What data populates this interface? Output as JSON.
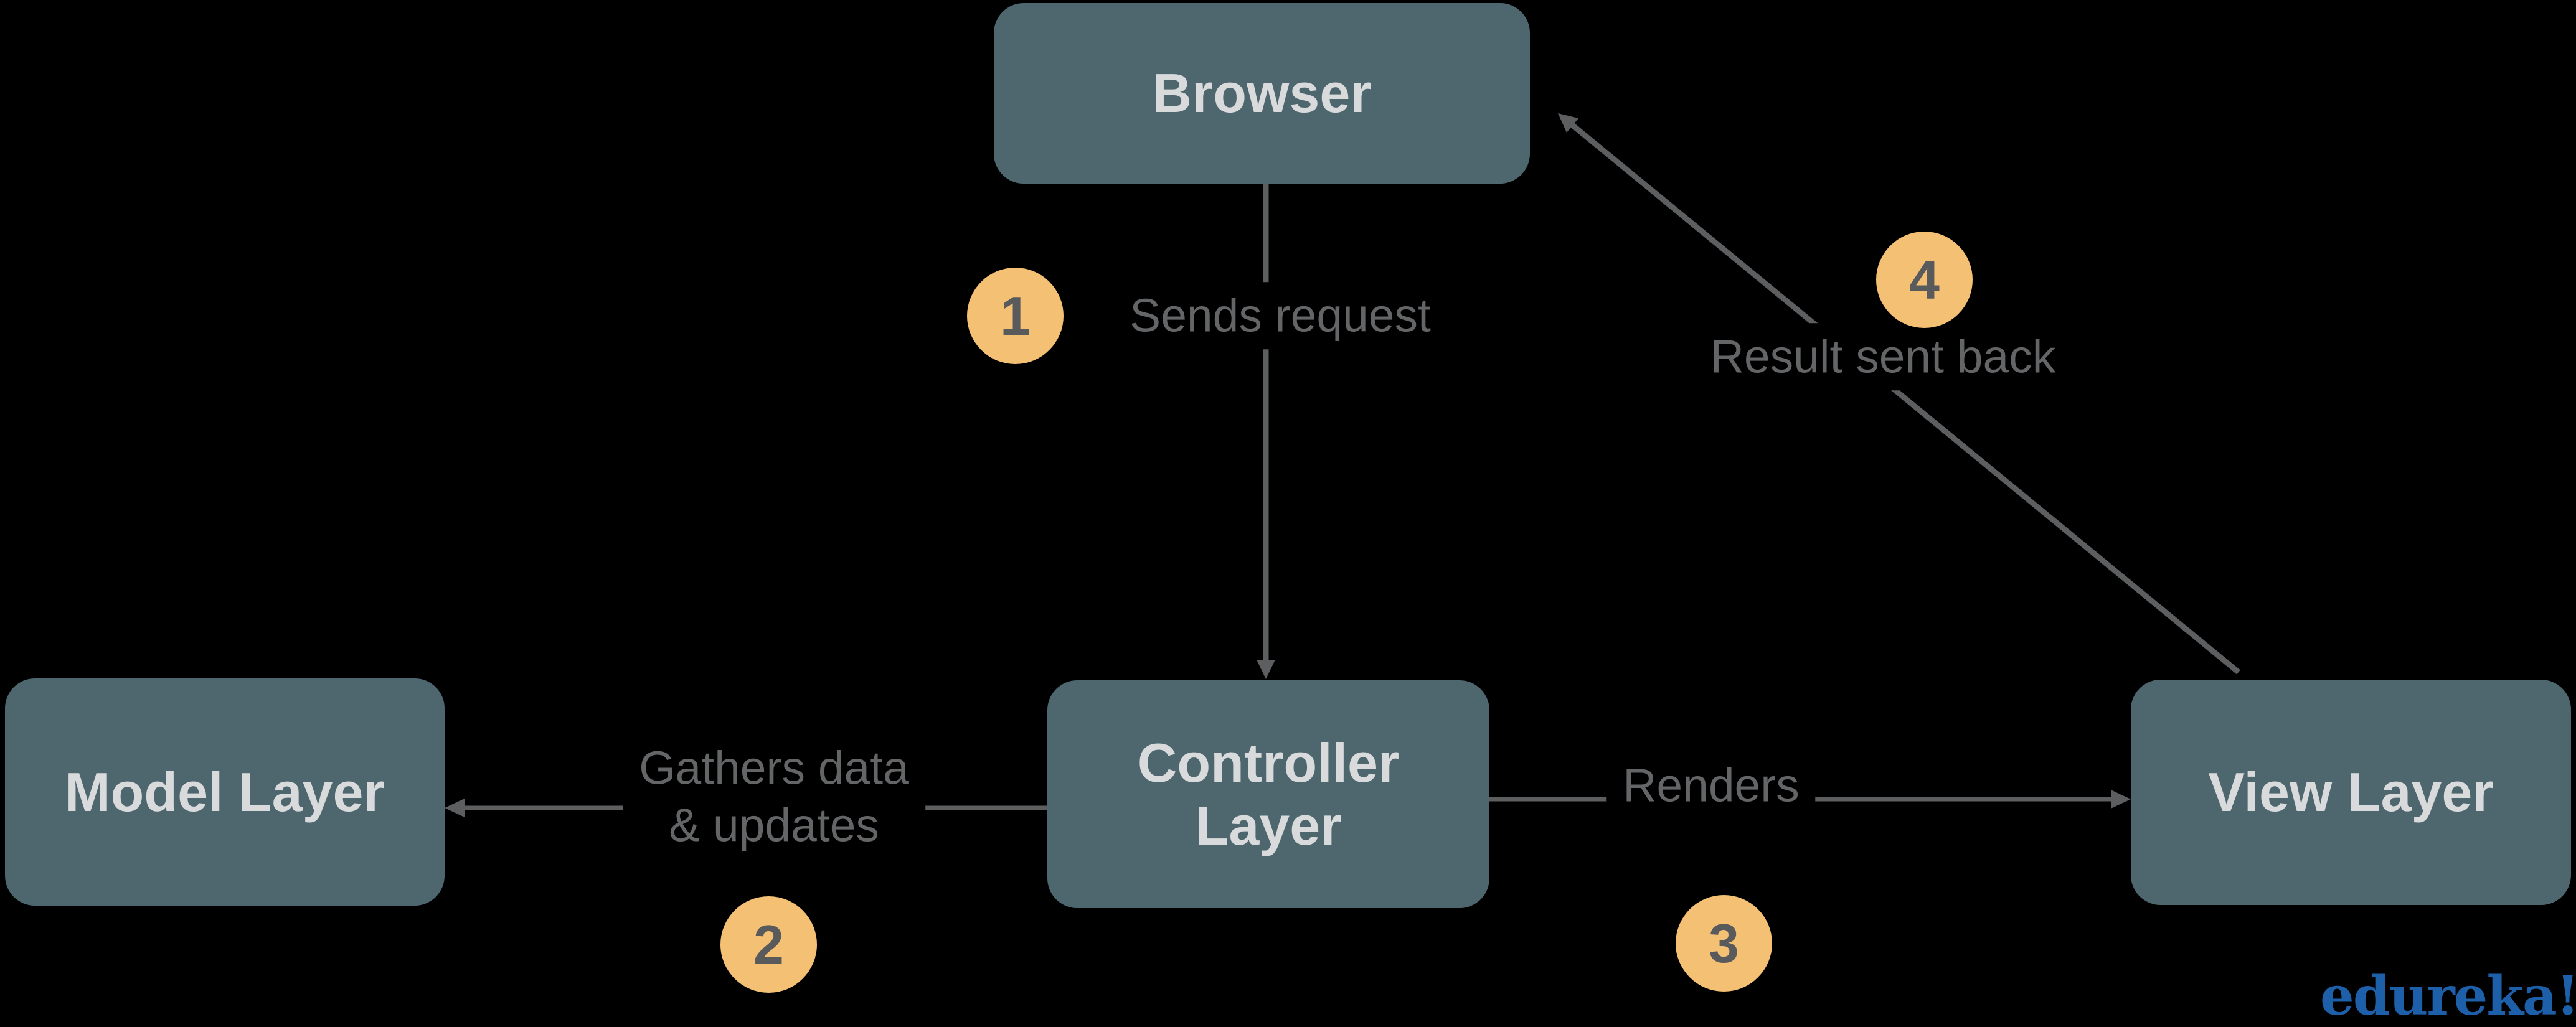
{
  "nodes": {
    "browser": {
      "label": "Browser"
    },
    "model": {
      "label": "Model Layer"
    },
    "controller": {
      "label": "Controller Layer"
    },
    "view": {
      "label": "View Layer"
    }
  },
  "edges": {
    "sends_request": {
      "step": "1",
      "label": "Sends request",
      "from": "Browser",
      "to": "Controller Layer"
    },
    "gathers": {
      "step": "2",
      "label": "Gathers data\n& updates",
      "from": "Controller Layer",
      "to": "Model Layer"
    },
    "renders": {
      "step": "3",
      "label": "Renders",
      "from": "Controller Layer",
      "to": "View Layer"
    },
    "result": {
      "step": "4",
      "label": "Result sent back",
      "from": "View Layer",
      "to": "Browser"
    }
  },
  "branding": {
    "logo_text": "edureka!"
  },
  "colors": {
    "background": "#000000",
    "node_fill": "#4e666e",
    "node_text": "#d8dadb",
    "line": "#5d5e60",
    "edge_label_text": "#646567",
    "badge_fill": "#f3c074",
    "badge_text": "#595a5c",
    "logo_blue": "#1d5fa9"
  }
}
